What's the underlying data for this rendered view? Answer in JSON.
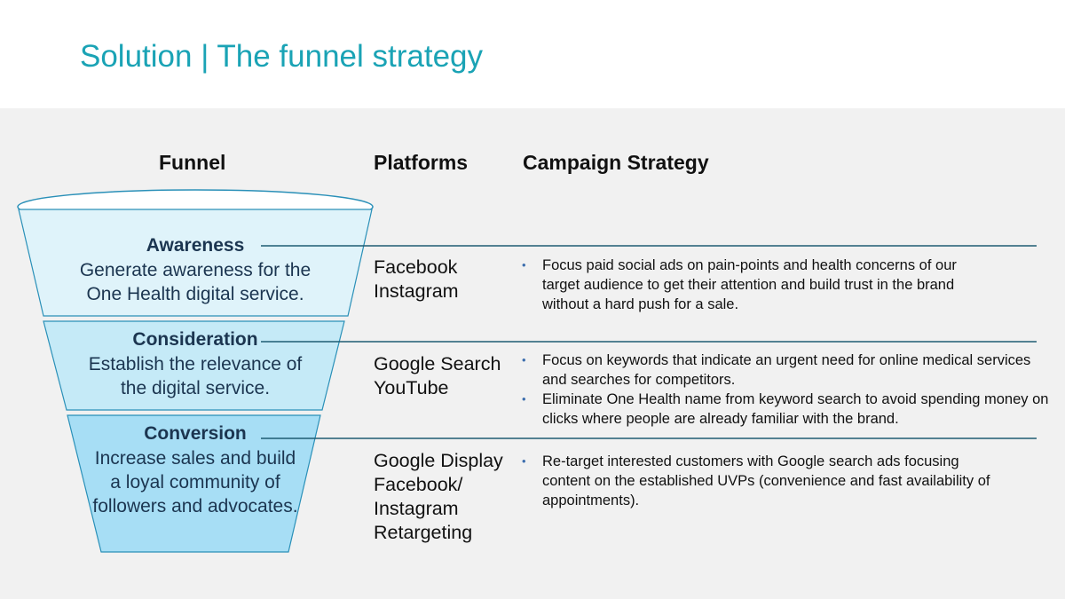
{
  "title": "Solution | The funnel strategy",
  "headers": {
    "funnel": "Funnel",
    "platforms": "Platforms",
    "strategy": "Campaign Strategy"
  },
  "colors": {
    "title": "#1aa3b5",
    "panel_bg": "#f1f1f1",
    "divider": "#1f5c73",
    "stage_awareness_fill": "#dff3fa",
    "stage_consideration_fill": "#c5eaf7",
    "stage_conversion_fill": "#a7def5",
    "funnel_stroke": "#2a90b8"
  },
  "stages": [
    {
      "name": "Awareness",
      "description": "Generate awareness for the One Health digital service.",
      "platforms": [
        "Facebook",
        "Instagram"
      ],
      "strategy": [
        "Focus paid social ads on pain-points and health concerns of our target audience to get their attention and build trust in the brand without a hard push for a sale."
      ]
    },
    {
      "name": "Consideration",
      "description": "Establish the relevance of the digital service.",
      "platforms": [
        "Google Search",
        "YouTube"
      ],
      "strategy": [
        "Focus on keywords that indicate an urgent need for online medical services and searches for competitors.",
        "Eliminate One Health name from keyword search to avoid spending money on clicks where people are already familiar with the brand."
      ]
    },
    {
      "name": "Conversion",
      "description": "Increase sales and build a loyal community of followers and advocates.",
      "platforms": [
        "Google Display",
        "Facebook/",
        "Instagram",
        "Retargeting"
      ],
      "strategy": [
        "Re-target interested customers with Google search ads focusing content on the established UVPs (convenience and fast availability of appointments)."
      ]
    }
  ]
}
